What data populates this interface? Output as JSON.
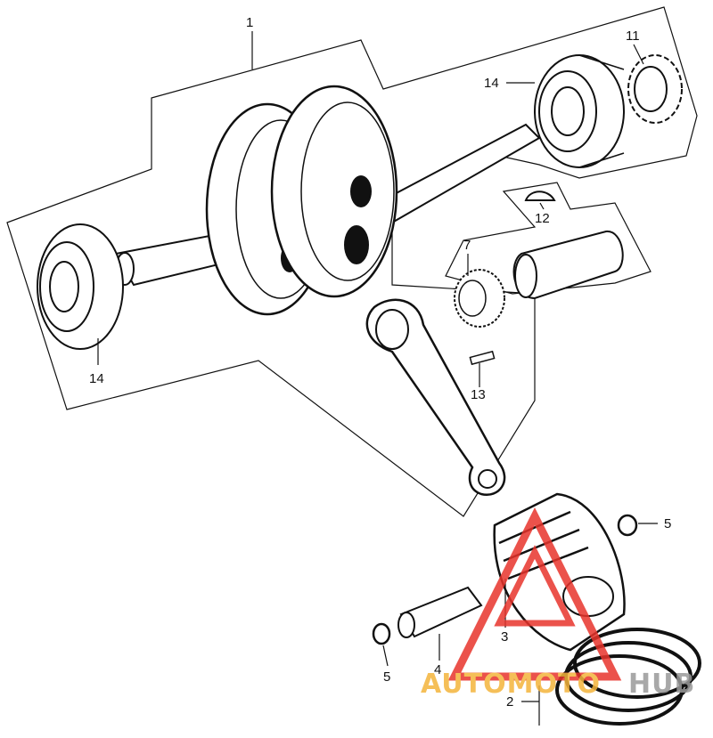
{
  "diagram": {
    "callouts": {
      "c1": "1",
      "c2": "2",
      "c3": "3",
      "c4": "4",
      "c5_right": "5",
      "c5_left": "5",
      "c7": "7",
      "c11": "11",
      "c12": "12",
      "c13": "13",
      "c14_top": "14",
      "c14_left": "14"
    }
  },
  "watermark": {
    "text_orange": "AUTOMOTO",
    "text_gray": "HUB",
    "color_orange": "#f4b43c",
    "color_gray": "#9a9a9a",
    "color_red": "#e8342c"
  }
}
